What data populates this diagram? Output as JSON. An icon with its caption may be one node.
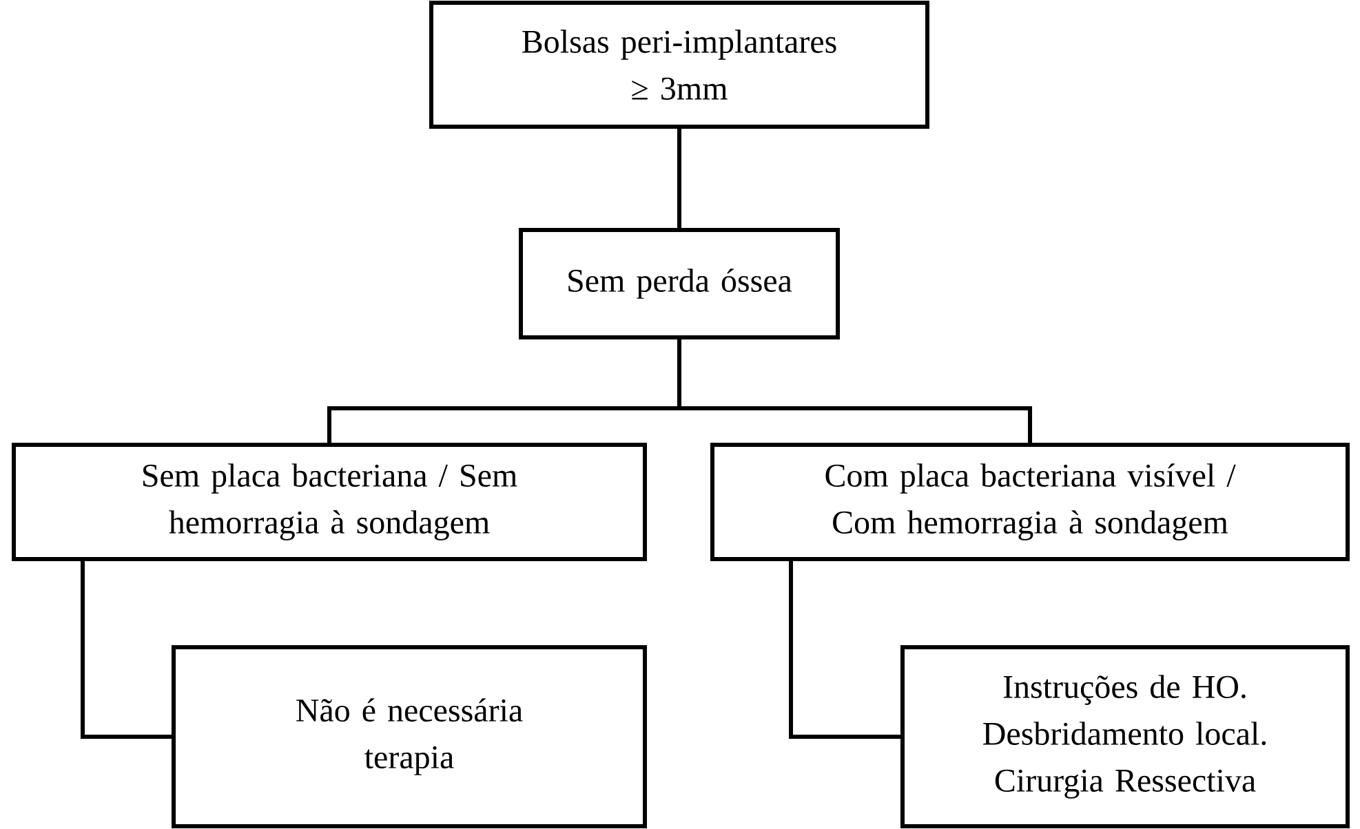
{
  "diagram": {
    "nodes": [
      {
        "text": [
          "Bolsas peri-implantares",
          "≥ 3mm"
        ]
      },
      {
        "text": [
          "Sem perda óssea"
        ]
      },
      {
        "text": [
          "Sem placa bacteriana / Sem hemorragia à sondagem"
        ]
      },
      {
        "text": [
          "Com placa bacteriana visível / Com hemorragia à sondagem"
        ]
      },
      {
        "text": [
          "Não é necessária terapia"
        ]
      },
      {
        "text": [
          "Instruções de HO. Desbridamento local. Cirurgia Ressectiva"
        ]
      }
    ],
    "edges": [
      {
        "from": 0,
        "to": 1,
        "arrow": "none"
      },
      {
        "from": 1,
        "to": 2,
        "arrow": "none"
      },
      {
        "from": 1,
        "to": 3,
        "arrow": "none"
      },
      {
        "from": 2,
        "to": 4,
        "arrow": "none"
      },
      {
        "from": 3,
        "to": 5,
        "arrow": "none"
      }
    ]
  }
}
